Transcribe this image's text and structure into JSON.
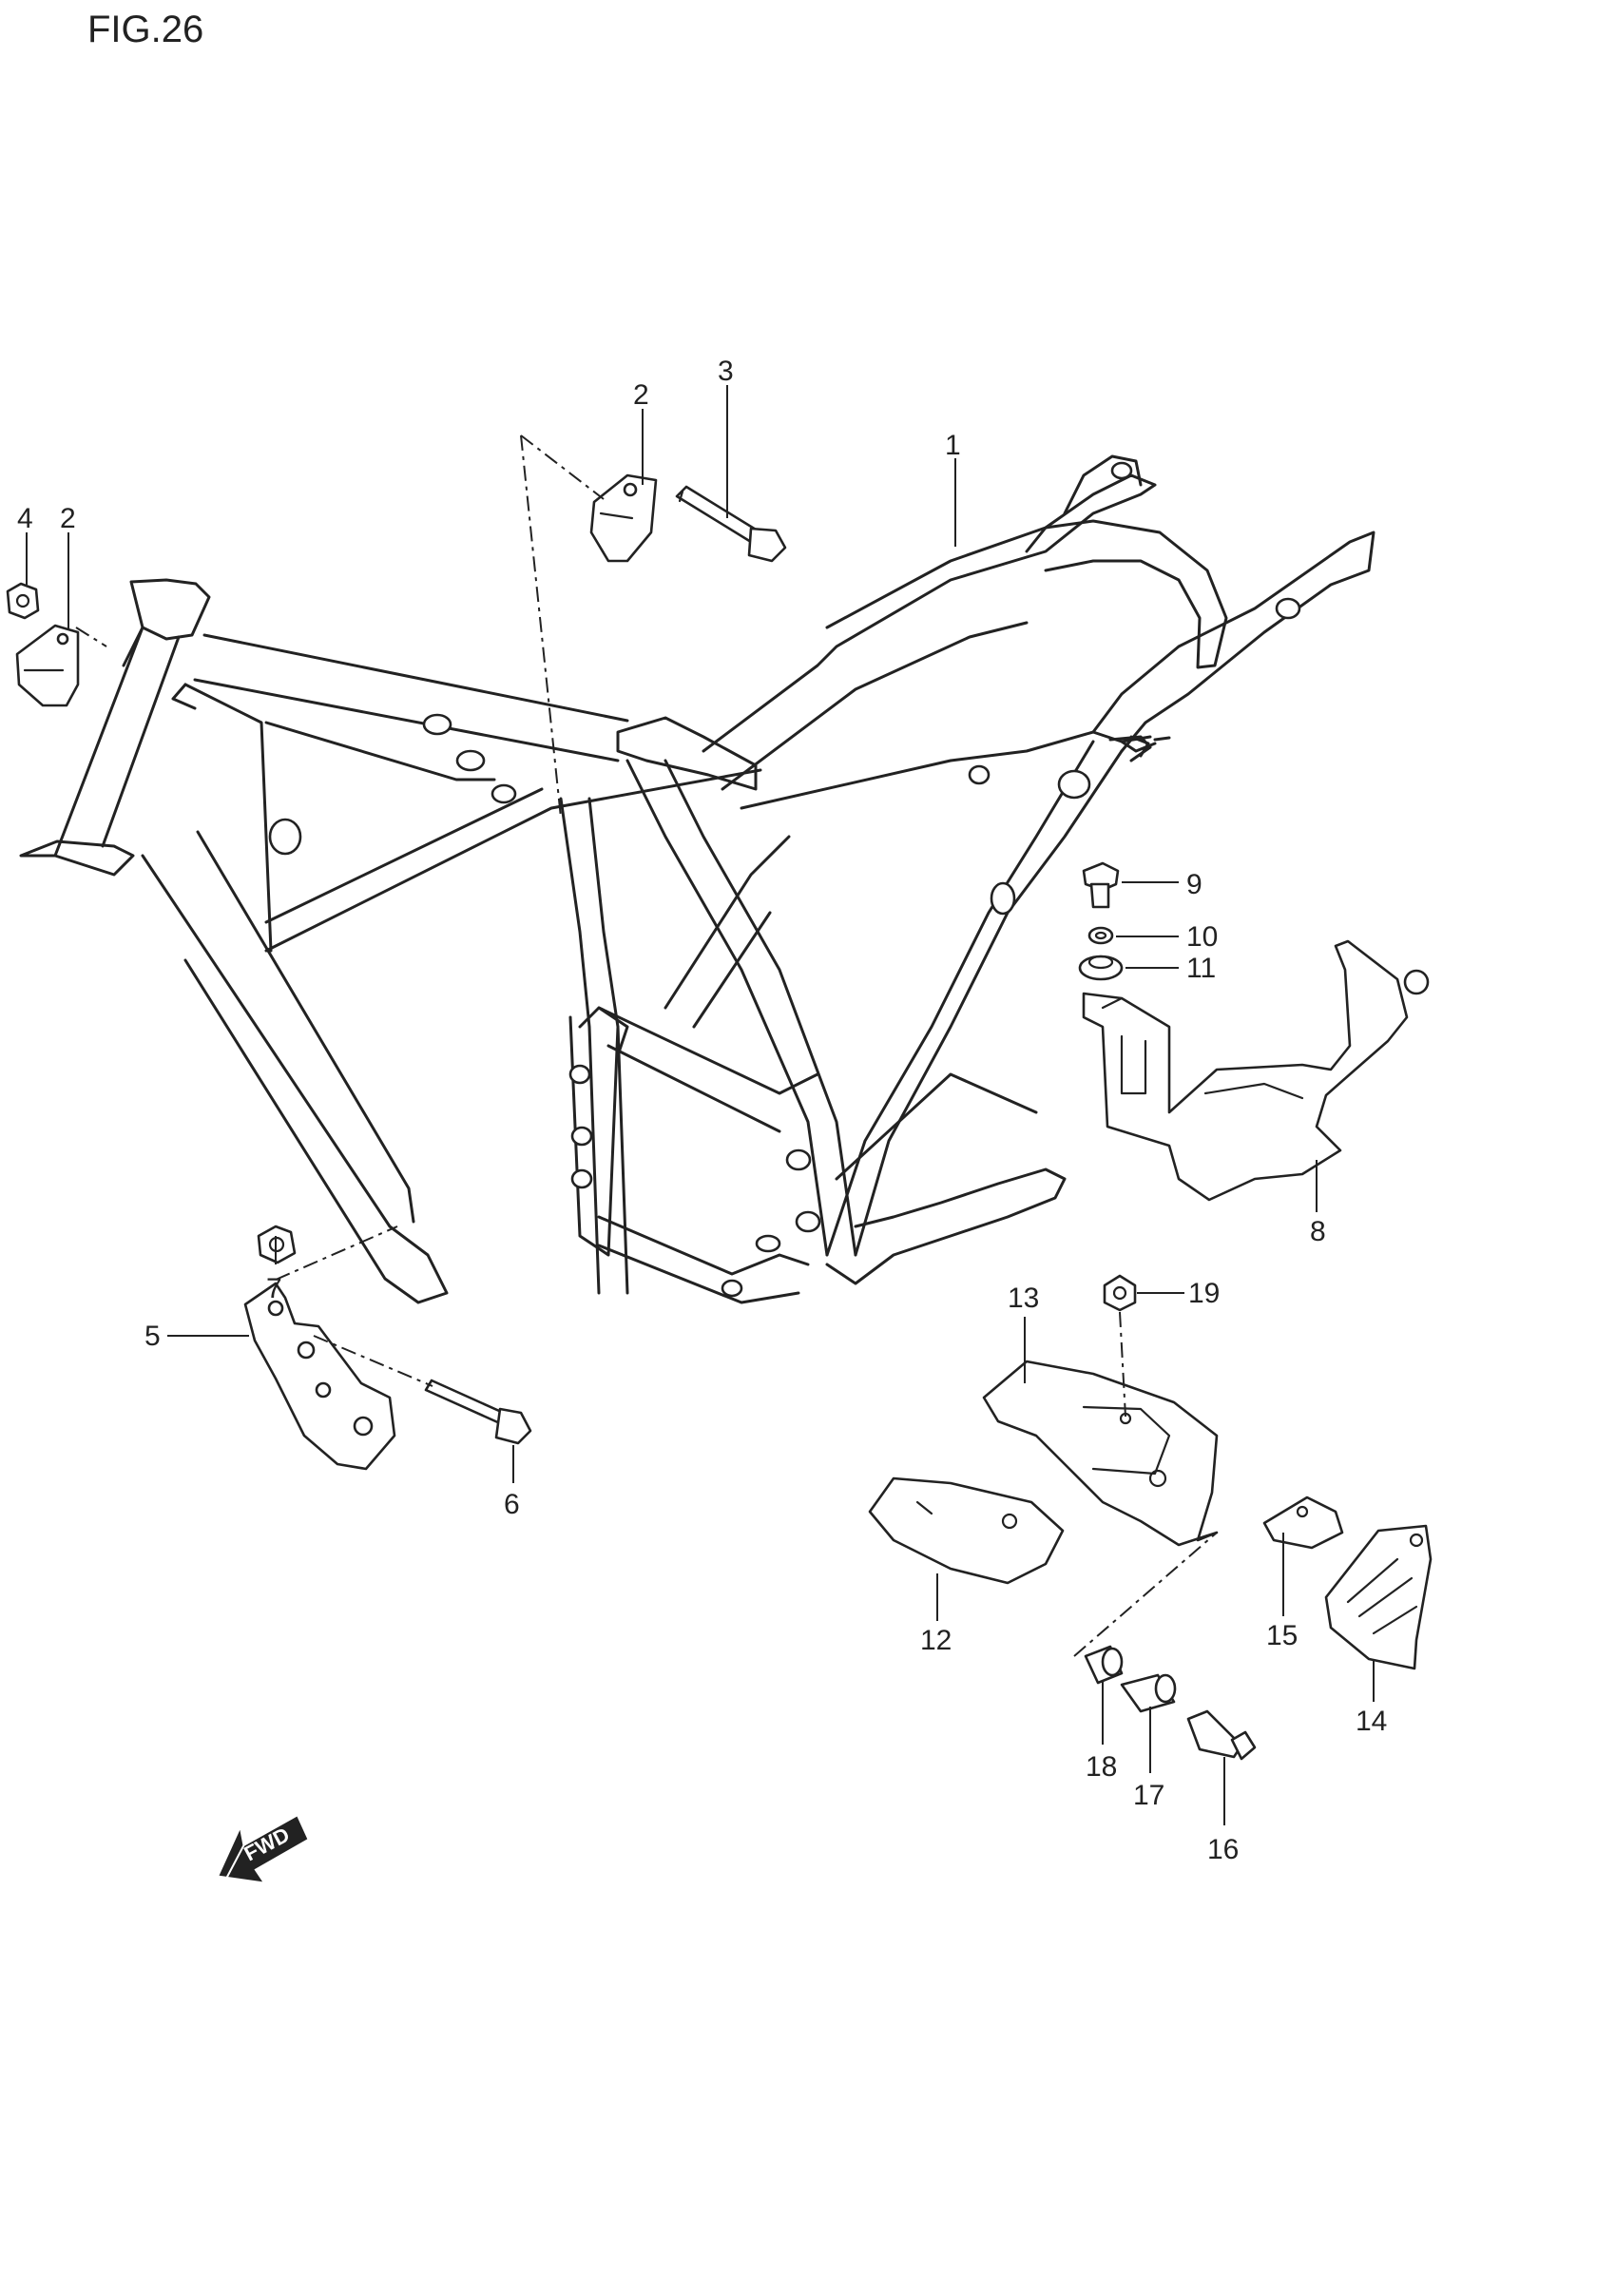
{
  "figure": {
    "title": "FIG.26"
  },
  "callouts": {
    "c1": "1",
    "c2a": "2",
    "c2b": "2",
    "c3": "3",
    "c4": "4",
    "c5": "5",
    "c6": "6",
    "c7": "7",
    "c8": "8",
    "c9": "9",
    "c10": "10",
    "c11": "11",
    "c12": "12",
    "c13": "13",
    "c14": "14",
    "c15": "15",
    "c16": "16",
    "c17": "17",
    "c18": "18",
    "c19": "19"
  },
  "fwd_arrow": {
    "label": "FWD"
  }
}
